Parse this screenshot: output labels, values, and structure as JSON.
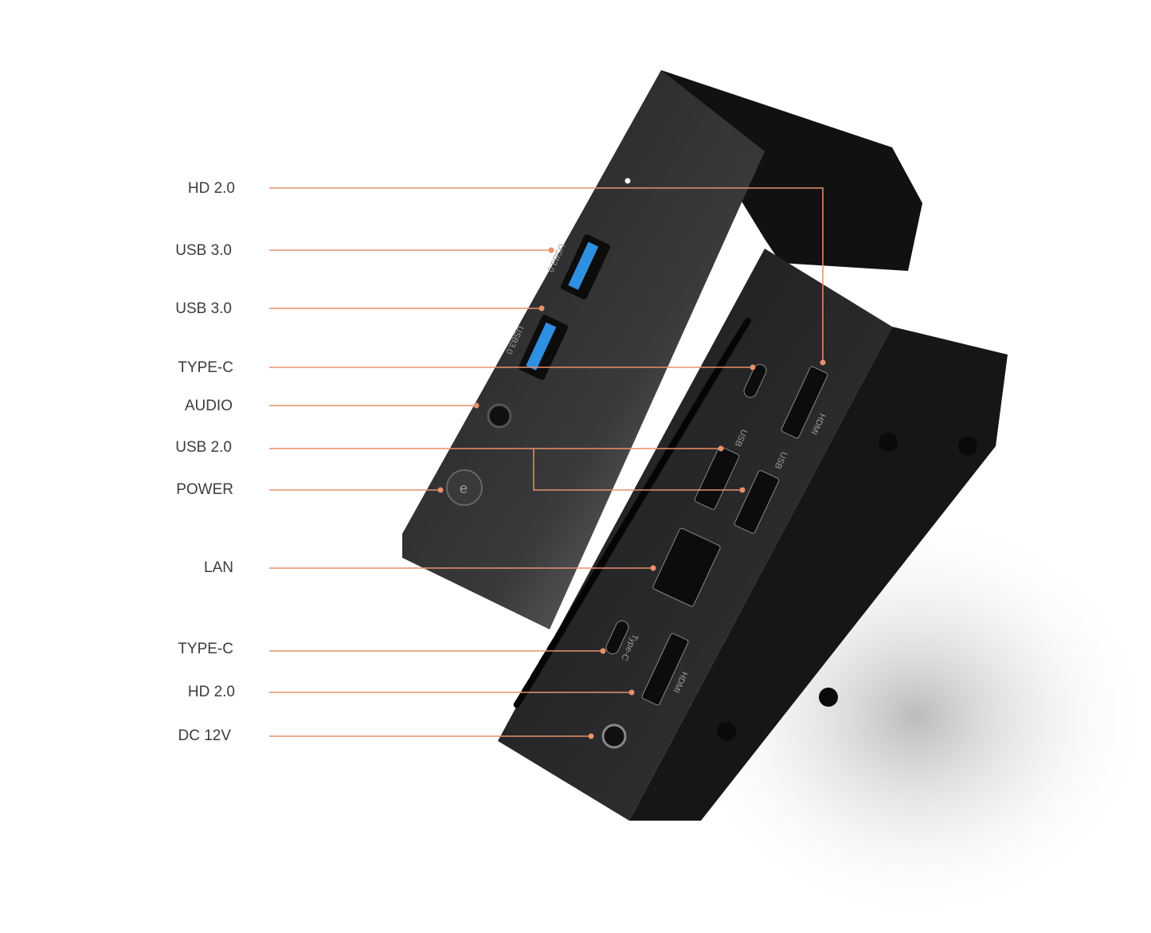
{
  "accent_color": "#e8916a",
  "callouts": [
    {
      "label": "HD 2.0"
    },
    {
      "label": "USB 3.0"
    },
    {
      "label": "USB 3.0"
    },
    {
      "label": "TYPE-C"
    },
    {
      "label": "AUDIO"
    },
    {
      "label": "USB 2.0"
    },
    {
      "label": "POWER"
    },
    {
      "label": "LAN"
    },
    {
      "label": "TYPE-C"
    },
    {
      "label": "HD 2.0"
    },
    {
      "label": "DC 12V"
    }
  ],
  "port_markings": {
    "usb30": "USB3.0",
    "usb": "USB",
    "hdmi": "HDMI",
    "typec": "Type-C"
  }
}
